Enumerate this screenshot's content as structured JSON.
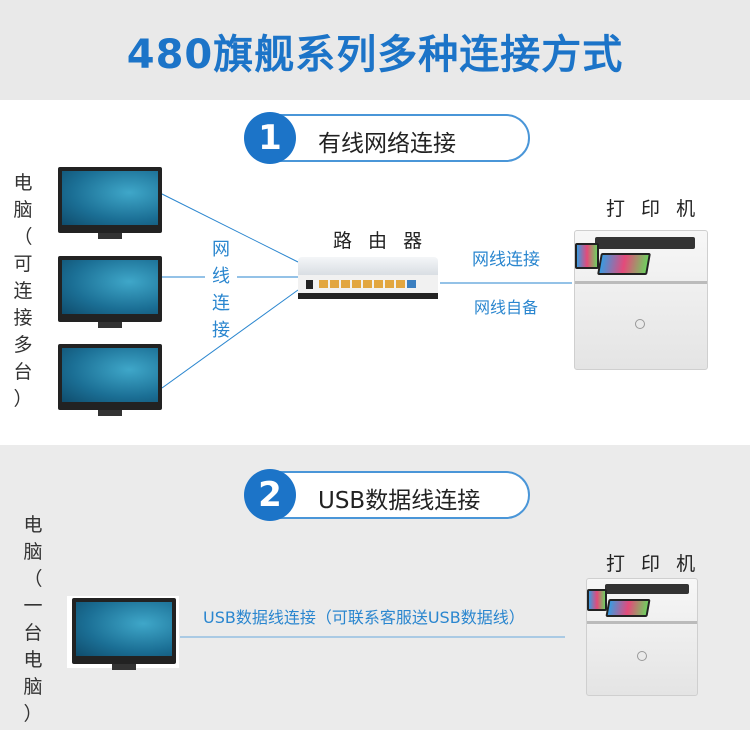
{
  "title": "480旗舰系列多种连接方式",
  "section1": {
    "number": "1",
    "label": "有线网络连接",
    "computer_label": [
      "电",
      "脑",
      "（",
      "可",
      "连",
      "接",
      "多",
      "台",
      "）"
    ],
    "cable_label": [
      "网",
      "线",
      "连",
      "接"
    ],
    "router_label": "路 由 器",
    "printer_label": "打 印 机",
    "link_label": "网线连接",
    "link_note": "网线自备"
  },
  "section2": {
    "number": "2",
    "label": "USB数据线连接",
    "computer_label": [
      "电",
      "脑",
      "（",
      "一",
      "台",
      "电",
      "脑",
      "）"
    ],
    "printer_label": "打 印 机",
    "link_label": "USB数据线连接（可联系客服送USB数据线）"
  },
  "colors": {
    "accent": "#1c74c8",
    "line": "#2a86cf"
  }
}
